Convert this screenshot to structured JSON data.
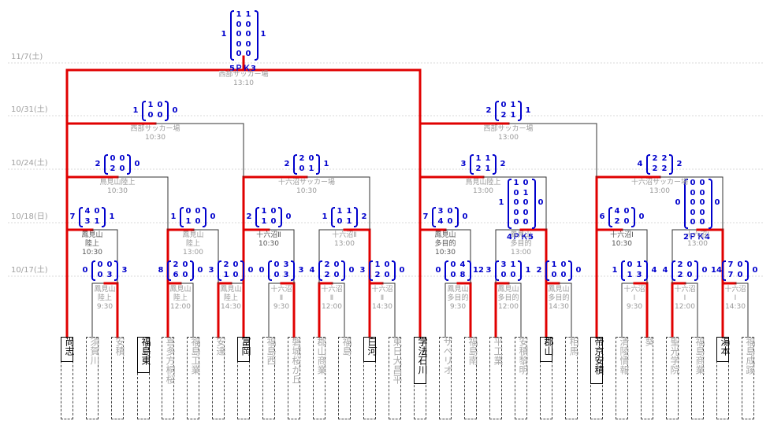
{
  "dates": [
    "11/7(土)",
    "10/31(土)",
    "10/24(土)",
    "10/18(日)",
    "10/17(土)"
  ],
  "teams": [
    "尚志",
    "須賀川",
    "安積",
    "福島東",
    "喜多方桐桜",
    "福島工業",
    "安達",
    "富岡",
    "福島西",
    "磐城桜が丘",
    "郡山商業",
    "福島",
    "白河",
    "東日大昌平",
    "学法石川",
    "ザベリオ",
    "福島南",
    "平工業",
    "安積黎明",
    "郡山",
    "相馬",
    "帝京安積",
    "清陵情報",
    "葵",
    "聖光学院",
    "福島商業",
    "湯本",
    "福島成蹊"
  ],
  "winners": [
    0,
    3,
    7,
    12,
    14,
    19,
    21,
    26
  ],
  "r1_venues": [
    {
      "name": "鳳見山",
      "sub": "陸上",
      "time": "9:30"
    },
    {
      "name": "鳳見山",
      "sub": "陸上",
      "time": "12:00"
    },
    {
      "name": "鳳見山",
      "sub": "陸上",
      "time": "14:30"
    },
    {
      "name": "十六沼",
      "sub": "Ⅱ",
      "time": "9:30"
    },
    {
      "name": "十六沼",
      "sub": "Ⅱ",
      "time": "12:00"
    },
    {
      "name": "十六沼",
      "sub": "Ⅱ",
      "time": "14:30"
    },
    {
      "name": "鳳見山",
      "sub": "多目的",
      "time": "9:30"
    },
    {
      "name": "鳳見山",
      "sub": "多目的",
      "time": "12:00"
    },
    {
      "name": "鳳見山",
      "sub": "多目的",
      "time": "14:30"
    },
    {
      "name": "十六沼",
      "sub": "Ⅰ",
      "time": "9:30"
    },
    {
      "name": "十六沼",
      "sub": "Ⅰ",
      "time": "12:00"
    },
    {
      "name": "十六沼",
      "sub": "Ⅰ",
      "time": "14:30"
    }
  ],
  "r1_scores": [
    {
      "lt": "0",
      "l": [
        "0",
        "0"
      ],
      "r": [
        "0",
        "3"
      ],
      "rt": "3"
    },
    {
      "lt": "8",
      "l": [
        "2",
        "6"
      ],
      "r": [
        "0",
        "0"
      ],
      "rt": "0"
    },
    {
      "lt": "3",
      "l": [
        "2",
        "1"
      ],
      "r": [
        "0",
        "0"
      ],
      "rt": "0"
    },
    {
      "lt": "0",
      "l": [
        "0",
        "0"
      ],
      "r": [
        "3",
        "3"
      ],
      "rt": "3"
    },
    {
      "lt": "4",
      "l": [
        "2",
        "2"
      ],
      "r": [
        "0",
        "0"
      ],
      "rt": "0"
    },
    {
      "lt": "3",
      "l": [
        "1",
        "2"
      ],
      "r": [
        "0",
        "0"
      ],
      "rt": "0"
    },
    {
      "lt": "0",
      "l": [
        "0",
        "0"
      ],
      "r": [
        "4",
        "8"
      ],
      "rt": "12"
    },
    {
      "lt": "3",
      "l": [
        "3",
        "0"
      ],
      "r": [
        "1",
        "0"
      ],
      "rt": "1"
    },
    {
      "lt": "2",
      "l": [
        "1",
        "0"
      ],
      "r": [
        "0",
        "0"
      ],
      "rt": "0"
    },
    {
      "lt": "1",
      "l": [
        "0",
        "1"
      ],
      "r": [
        "1",
        "3"
      ],
      "rt": "4"
    },
    {
      "lt": "4",
      "l": [
        "2",
        "2"
      ],
      "r": [
        "0",
        "0"
      ],
      "rt": "0"
    },
    {
      "lt": "14",
      "l": [
        "7",
        "7"
      ],
      "r": [
        "0",
        "0"
      ],
      "rt": "0"
    }
  ],
  "r2_venues": [
    {
      "name": "鳳見山",
      "sub": "陸上",
      "time": "10:30"
    },
    {
      "name": "鳳見山",
      "sub": "陸上",
      "time": "13:00"
    },
    {
      "name": "十六沼Ⅱ",
      "sub": "",
      "time": "10:30"
    },
    {
      "name": "十六沼Ⅱ",
      "sub": "",
      "time": "13:00"
    },
    {
      "name": "鳳見山",
      "sub": "多目的",
      "time": "10:30"
    },
    {
      "name": "鳳見山",
      "sub": "多目的",
      "time": "13:00"
    },
    {
      "name": "十六沼Ⅰ",
      "sub": "",
      "time": "10:30"
    },
    {
      "name": "十六沼Ⅰ",
      "sub": "",
      "time": "13:00"
    }
  ],
  "r2_scores": [
    {
      "lt": "7",
      "l": [
        "4",
        "3"
      ],
      "r": [
        "0",
        "1"
      ],
      "rt": "1"
    },
    {
      "lt": "1",
      "l": [
        "0",
        "1"
      ],
      "r": [
        "0",
        "0"
      ],
      "rt": "0"
    },
    {
      "lt": "2",
      "l": [
        "1",
        "1"
      ],
      "r": [
        "0",
        "0"
      ],
      "rt": "0"
    },
    {
      "lt": "1",
      "l": [
        "1",
        "0"
      ],
      "r": [
        "1",
        "1"
      ],
      "rt": "2"
    },
    {
      "lt": "7",
      "l": [
        "3",
        "4"
      ],
      "r": [
        "0",
        "0"
      ],
      "rt": "0"
    },
    {
      "lt": "6",
      "l": [
        "4",
        "2"
      ],
      "r": [
        "0",
        "0"
      ],
      "rt": "0"
    }
  ],
  "r2_pk": [
    {
      "l": [
        "1",
        "0",
        "0",
        "0",
        "0"
      ],
      "r": [
        "0",
        "1",
        "0",
        "0",
        "0"
      ],
      "lt": "1",
      "rt": "0",
      "pk": "4ＰＫ5"
    },
    {
      "l": [
        "0",
        "0",
        "0",
        "0",
        "0"
      ],
      "r": [
        "0",
        "0",
        "0",
        "0",
        "0"
      ],
      "lt": "0",
      "rt": "0",
      "pk": "2ＰＫ4"
    }
  ],
  "r3_venues": [
    {
      "name": "鳥見山陸上",
      "time": "10:30"
    },
    {
      "name": "十六沼サッカー場",
      "time": "10:30"
    },
    {
      "name": "鳥見山陸上",
      "time": "13:00"
    },
    {
      "name": "十六沼サッカー場",
      "time": "13:00"
    }
  ],
  "r3_scores": [
    {
      "lt": "2",
      "l": [
        "0",
        "2"
      ],
      "r": [
        "0",
        "0"
      ],
      "rt": "0"
    },
    {
      "lt": "2",
      "l": [
        "2",
        "0"
      ],
      "r": [
        "0",
        "1"
      ],
      "rt": "1"
    },
    {
      "lt": "3",
      "l": [
        "1",
        "2"
      ],
      "r": [
        "1",
        "1"
      ],
      "rt": "2"
    },
    {
      "lt": "4",
      "l": [
        "2",
        "2"
      ],
      "r": [
        "2",
        "2"
      ],
      "rt": "2"
    }
  ],
  "r4_venues": [
    {
      "name": "西部サッカー場",
      "time": "10:30"
    },
    {
      "name": "西部サッカー場",
      "time": "13:00"
    }
  ],
  "r4_scores": [
    {
      "lt": "1",
      "l": [
        "1",
        "0"
      ],
      "r": [
        "0",
        "0"
      ],
      "rt": "0"
    },
    {
      "lt": "2",
      "l": [
        "0",
        "2"
      ],
      "r": [
        "1",
        "1"
      ],
      "rt": "1"
    }
  ],
  "final_venue": {
    "name": "西部サッカー場",
    "time": "13:10"
  },
  "final_score": {
    "l": [
      "1",
      "0",
      "0",
      "0",
      "0"
    ],
    "r": [
      "1",
      "0",
      "0",
      "0",
      "0"
    ],
    "lt": "1",
    "rt": "1",
    "pk": "5ＰＫ3"
  },
  "colors": {
    "win": "#e00000",
    "lose": "#333333",
    "score": "#0000cc",
    "sub": "#999999"
  }
}
